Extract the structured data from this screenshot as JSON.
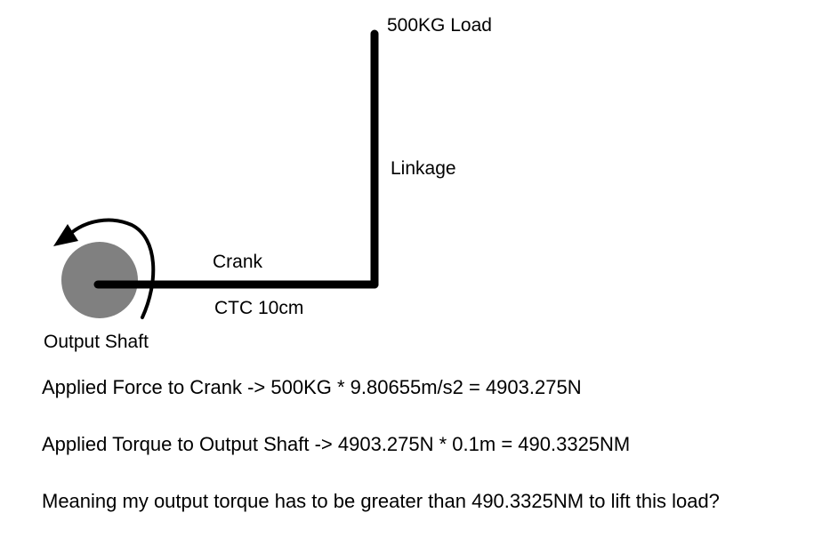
{
  "labels": {
    "load": "500KG Load",
    "linkage": "Linkage",
    "crank": "Crank",
    "ctc": "CTC 10cm",
    "shaft": "Output Shaft"
  },
  "equations": {
    "force": "Applied Force to Crank -> 500KG * 9.80655m/s2 = 4903.275N",
    "torque": "Applied Torque to Output Shaft -> 4903.275N * 0.1m = 490.3325NM",
    "question": "Meaning my output torque has to be greater than 490.3325NM to lift this load?"
  },
  "colors": {
    "shaft_fill": "#808080",
    "line": "#000000",
    "background": "#ffffff"
  }
}
